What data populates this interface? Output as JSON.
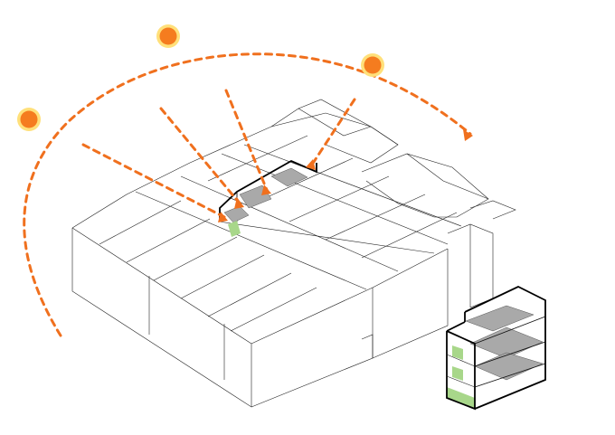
{
  "colors": {
    "sun_fill": "#f57c1f",
    "sun_halo": "#ffe07a",
    "sun_path": "#f0701e",
    "ray": "#f0701e",
    "slab_gray": "#a9a9a9",
    "greenery": "#a8d78a",
    "outline": "#222222"
  },
  "icons": {
    "sun": "sun-icon",
    "arrowhead": "arrowhead-icon"
  },
  "elements": {
    "sun_positions_count": 3,
    "sun_rays_count": 4,
    "detail_section_floors": 3
  }
}
